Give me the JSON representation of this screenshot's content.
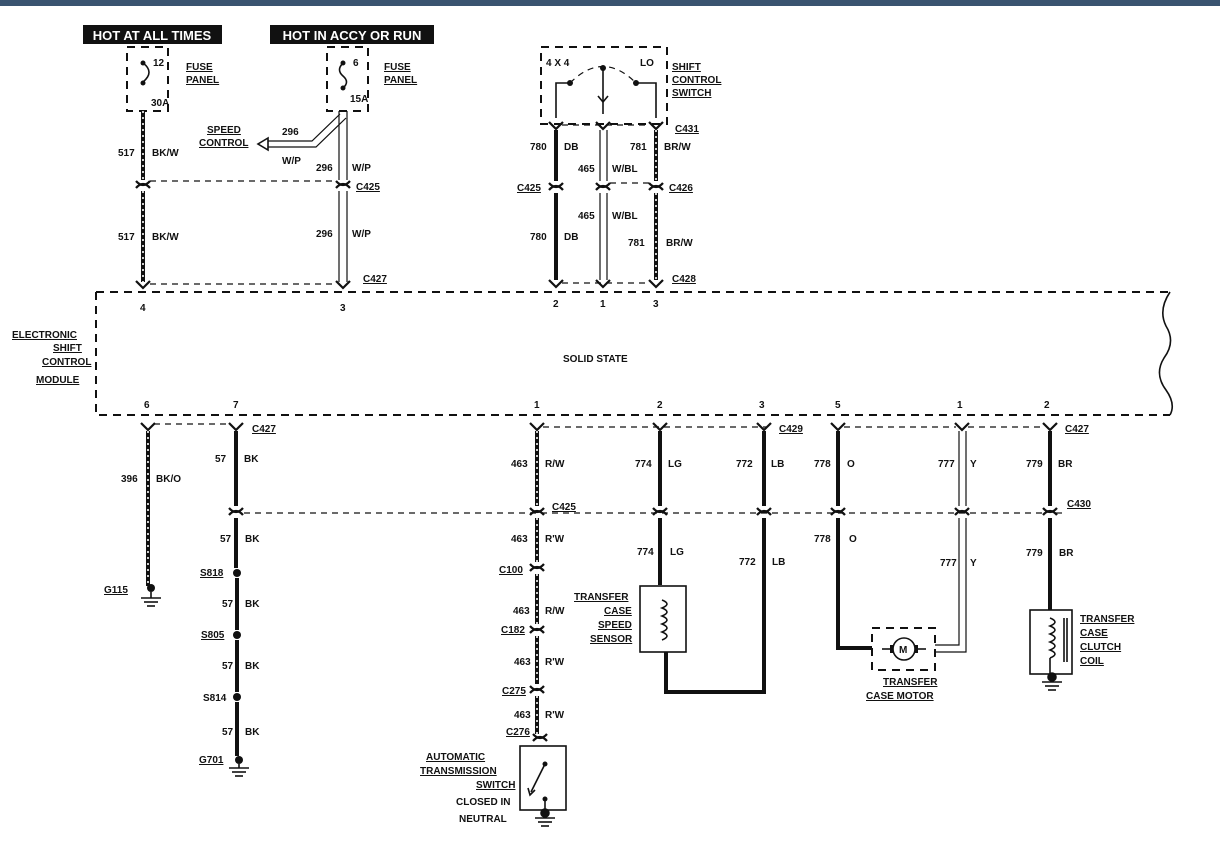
{
  "headers": {
    "hot_all_times": "HOT AT ALL TIMES",
    "hot_accy_run": "HOT IN ACCY OR RUN"
  },
  "fuse_left": {
    "number": "12",
    "rating": "30A",
    "label_1": "FUSE",
    "label_2": "PANEL"
  },
  "fuse_right": {
    "number": "6",
    "rating": "15A",
    "label_1": "FUSE",
    "label_2": "PANEL"
  },
  "speed_control": {
    "line_1": "SPEED",
    "line_2": "CONTROL",
    "circuit": "296",
    "color": "W/P"
  },
  "shift_switch": {
    "pos_left": "4 X 4",
    "pos_right": "LO",
    "label_1": "SHIFT",
    "label_2": "CONTROL",
    "label_3": "SWITCH"
  },
  "module": {
    "label_1": "ELECTRONIC",
    "label_2": "SHIFT",
    "label_3": "CONTROL",
    "label_4": "MODULE",
    "center": "SOLID STATE",
    "top_pins": [
      "4",
      "3",
      "2",
      "1",
      "3"
    ],
    "bottom_pins": [
      "6",
      "7",
      "1",
      "2",
      "3",
      "5",
      "1",
      "2"
    ]
  },
  "connectors": {
    "c425": "C425",
    "c427": "C427",
    "c431": "C431",
    "c426": "C426",
    "c428": "C428",
    "c429": "C429",
    "c430": "C430",
    "c100": "C100",
    "c182": "C182",
    "c275": "C275",
    "c276": "C276"
  },
  "wires": {
    "w517": "517",
    "bkw": "BK/W",
    "w296": "296",
    "wp": "W/P",
    "w780": "780",
    "db": "DB",
    "w465": "465",
    "wbl": "W/BL",
    "w781": "781",
    "brw": "BR/W",
    "w396": "396",
    "bko": "BK/O",
    "w57": "57",
    "bk": "BK",
    "w463": "463",
    "rw": "R/W",
    "rw_alt": "R'W",
    "w774": "774",
    "lg": "LG",
    "w772": "772",
    "lb": "LB",
    "w778": "778",
    "o": "O",
    "w777": "777",
    "y": "Y",
    "w779": "779",
    "br": "BR"
  },
  "splices": {
    "s818": "S818",
    "s805": "S805",
    "s814": "S814"
  },
  "grounds": {
    "g115": "G115",
    "g701": "G701"
  },
  "components": {
    "ats_1": "AUTOMATIC",
    "ats_2": "TRANSMISSION",
    "ats_3": "SWITCH",
    "ats_4": "CLOSED IN",
    "ats_5": "NEUTRAL",
    "tcs_1": "TRANSFER",
    "tcs_2": "CASE",
    "tcs_3": "SPEED",
    "tcs_4": "SENSOR",
    "motor_symbol": "M",
    "tcm_1": "TRANSFER",
    "tcm_2": "CASE MOTOR",
    "tcc_1": "TRANSFER",
    "tcc_2": "CASE",
    "tcc_3": "CLUTCH",
    "tcc_4": "COIL"
  }
}
